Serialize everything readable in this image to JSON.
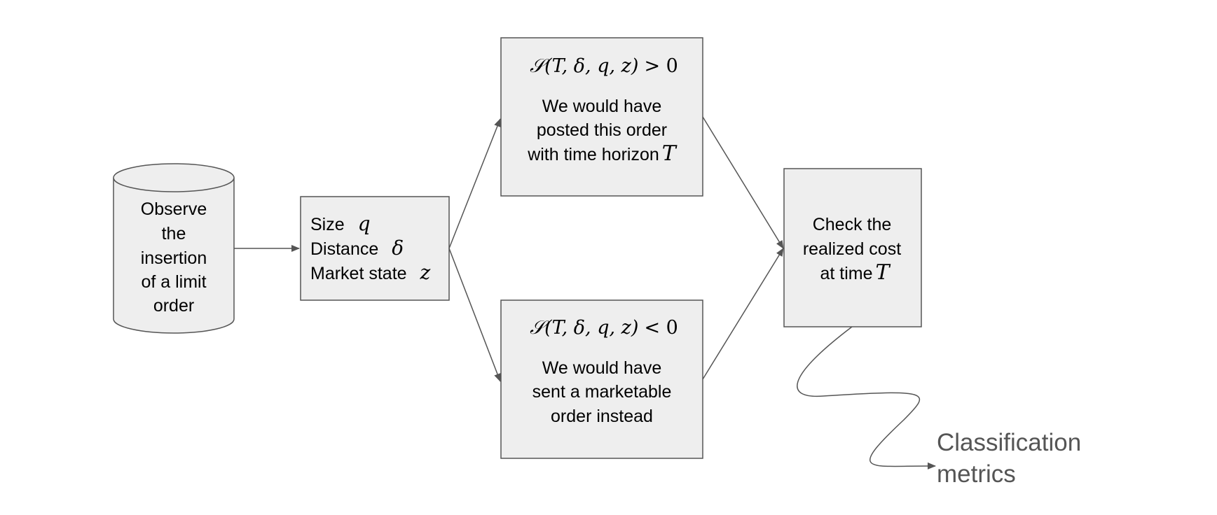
{
  "colors": {
    "box_fill": "#eeeeee",
    "box_stroke": "#555555",
    "arrow": "#555555",
    "text": "#000000",
    "metrics_text": "#555555"
  },
  "observe": {
    "lines": [
      "Observe",
      "the",
      "insertion",
      "of a limit",
      "order"
    ]
  },
  "features": {
    "size_label": "Size",
    "size_symbol": "q",
    "distance_label": "Distance",
    "distance_symbol": "δ",
    "market_label": "Market state",
    "market_symbol": "z"
  },
  "post_box": {
    "formula_prefix": "𝒮",
    "formula_args": "(T, δ, q, z)",
    "formula_relation": "> 0",
    "line1": "We would have",
    "line2": "posted this order",
    "line3": "with time horizon",
    "line3_symbol": "T"
  },
  "market_box": {
    "formula_prefix": "𝒮",
    "formula_args": "(T, δ, q, z)",
    "formula_relation": "< 0",
    "line1": "We would have",
    "line2": "sent a marketable",
    "line3": "order instead"
  },
  "check_box": {
    "line1": "Check the",
    "line2": "realized cost",
    "line3": "at time",
    "line3_symbol": "T"
  },
  "metrics": {
    "line1": "Classification",
    "line2": "metrics"
  }
}
